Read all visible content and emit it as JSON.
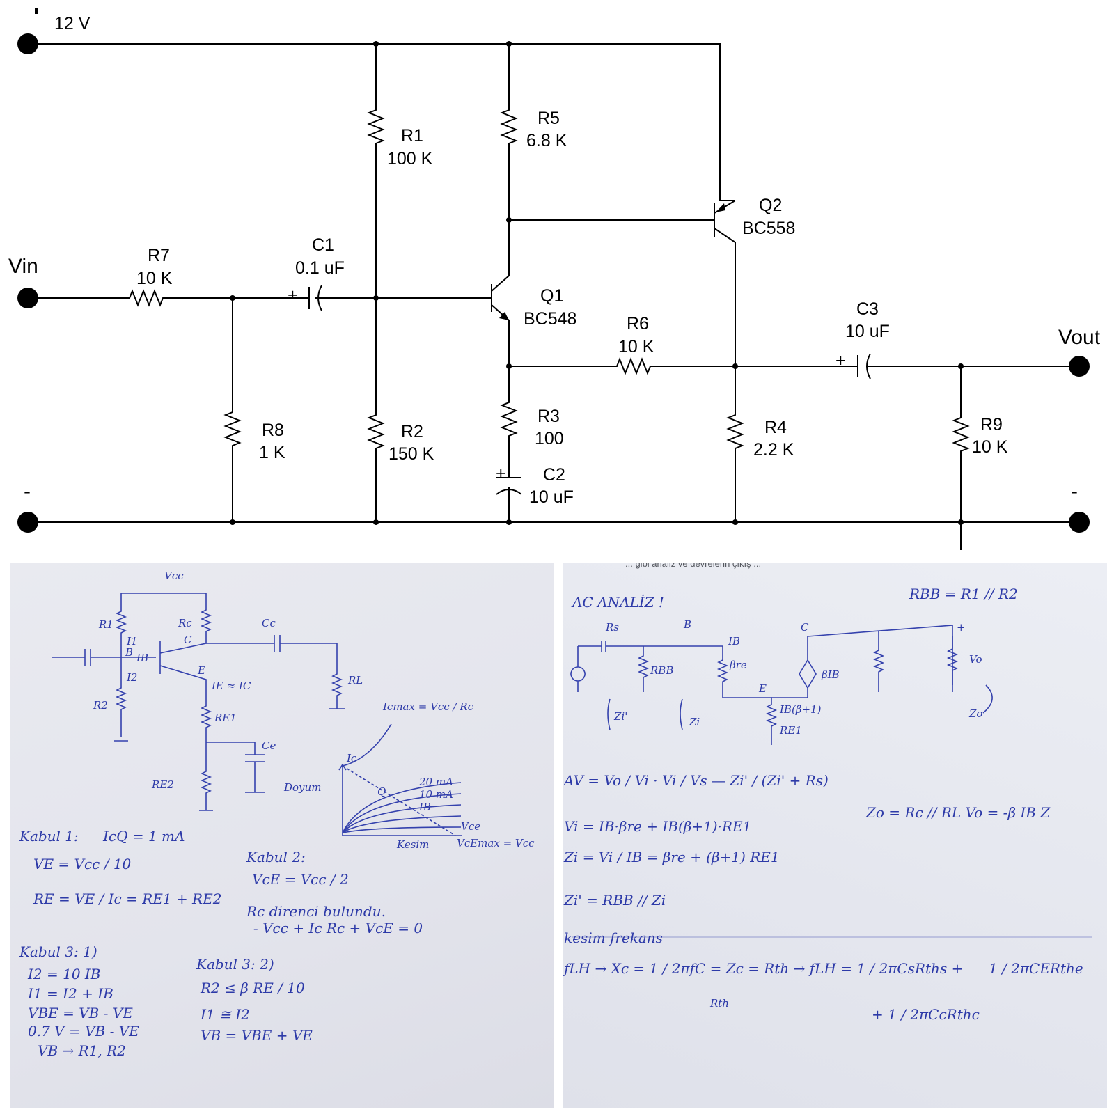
{
  "schematic": {
    "supply": "12 V",
    "vin": "Vin",
    "vout": "Vout",
    "minus_left": "-",
    "minus_right": "-",
    "cap_plus": "+",
    "components": {
      "r1": {
        "name": "R1",
        "value": "100 K"
      },
      "r2": {
        "name": "R2",
        "value": "150 K"
      },
      "r3": {
        "name": "R3",
        "value": "100"
      },
      "r4": {
        "name": "R4",
        "value": "2.2 K"
      },
      "r5": {
        "name": "R5",
        "value": "6.8 K"
      },
      "r6": {
        "name": "R6",
        "value": "10 K"
      },
      "r7": {
        "name": "R7",
        "value": "10 K"
      },
      "r8": {
        "name": "R8",
        "value": "1 K"
      },
      "r9": {
        "name": "R9",
        "value": "10 K"
      },
      "c1": {
        "name": "C1",
        "value": "0.1 uF"
      },
      "c2": {
        "name": "C2",
        "value": "10 uF"
      },
      "c3": {
        "name": "C3",
        "value": "10 uF"
      },
      "q1": {
        "name": "Q1",
        "value": "BC548"
      },
      "q2": {
        "name": "Q2",
        "value": "BC558"
      }
    }
  },
  "notes_left": {
    "sketch": {
      "vcc": "Vcc",
      "r1": "R1",
      "r2": "R2",
      "rc": "Rc",
      "re1": "RE1",
      "re2": "RE2",
      "ce": "Ce",
      "cc": "Cc",
      "rl": "RL",
      "c": "C",
      "b": "B",
      "e": "E",
      "i1": "I1",
      "i2": "I2",
      "ib": "IB",
      "ie": "IE ≈ IC"
    },
    "graph": {
      "icmax": "Icmax = Vcc / Rc",
      "ic": "Ic",
      "doyum": "Doyum",
      "q": "Q",
      "i20": "20 mA",
      "i10": "10 mA",
      "ib": "IB",
      "vce": "Vce",
      "kesim": "Kesim",
      "vcemax": "VcEmax = Vcc"
    },
    "kabul1": {
      "title": "Kabul 1:",
      "line0": "IcQ = 1 mA",
      "line1": "VE = Vcc / 10",
      "line2": "RE = VE / Ic = RE1 + RE2"
    },
    "kabul2": {
      "title": "Kabul 2:",
      "line1": "VcE = Vcc / 2",
      "line2": "Rc direnci bulundu.",
      "line3": "- Vcc + Ic Rc + VcE = 0"
    },
    "kabul31": {
      "title": "Kabul 3: 1)",
      "line1": "I2 = 10 IB",
      "line2": "I1 = I2 + IB",
      "line3": "VBE = VB - VE",
      "line4": "0.7 V = VB - VE",
      "line5": "VB → R1, R2"
    },
    "kabul32": {
      "title": "Kabul 3: 2)",
      "line1": "R2 ≤ β RE / 10",
      "line2": "I1 ≅ I2",
      "line3": "VB = VBE + VE"
    }
  },
  "notes_right": {
    "top": "... gibi analiz ve devrelerin çıkış ...",
    "title": "AC ANALİZ !",
    "rbb": "RBB = R1 // R2",
    "sketch": {
      "rs": "Rs",
      "b": "B",
      "c": "C",
      "e": "E",
      "plus": "+",
      "ib": "IB",
      "bre": "βre",
      "rbb": "RBB",
      "bib": "βIB",
      "vo": "Vo",
      "re1": "RE1",
      "bib1": "IB(β+1)",
      "zi1": "Zi'",
      "zi": "Zi",
      "zo": "Zo"
    },
    "av": "AV = Vo / Vi · Vi / Vs — Zi' / (Zi' + Rs)",
    "zo": "Zo = Rc // RL   Vo = -β IB Z",
    "vi": "Vi = IB·βre + IB(β+1)·RE1",
    "zi": "Zi = Vi / IB = βre + (β+1) RE1",
    "zi1": "Zi' = RBB // Zi",
    "kesim": "kesim frekans",
    "fh1": "fLH → Xc = 1 / 2πfC = Zc = Rth → fLH = 1 / 2πCsRths +",
    "fh2": "1 / 2πCERthe",
    "fh3": "+ 1 / 2πCcRthc",
    "rth": "Rth"
  }
}
